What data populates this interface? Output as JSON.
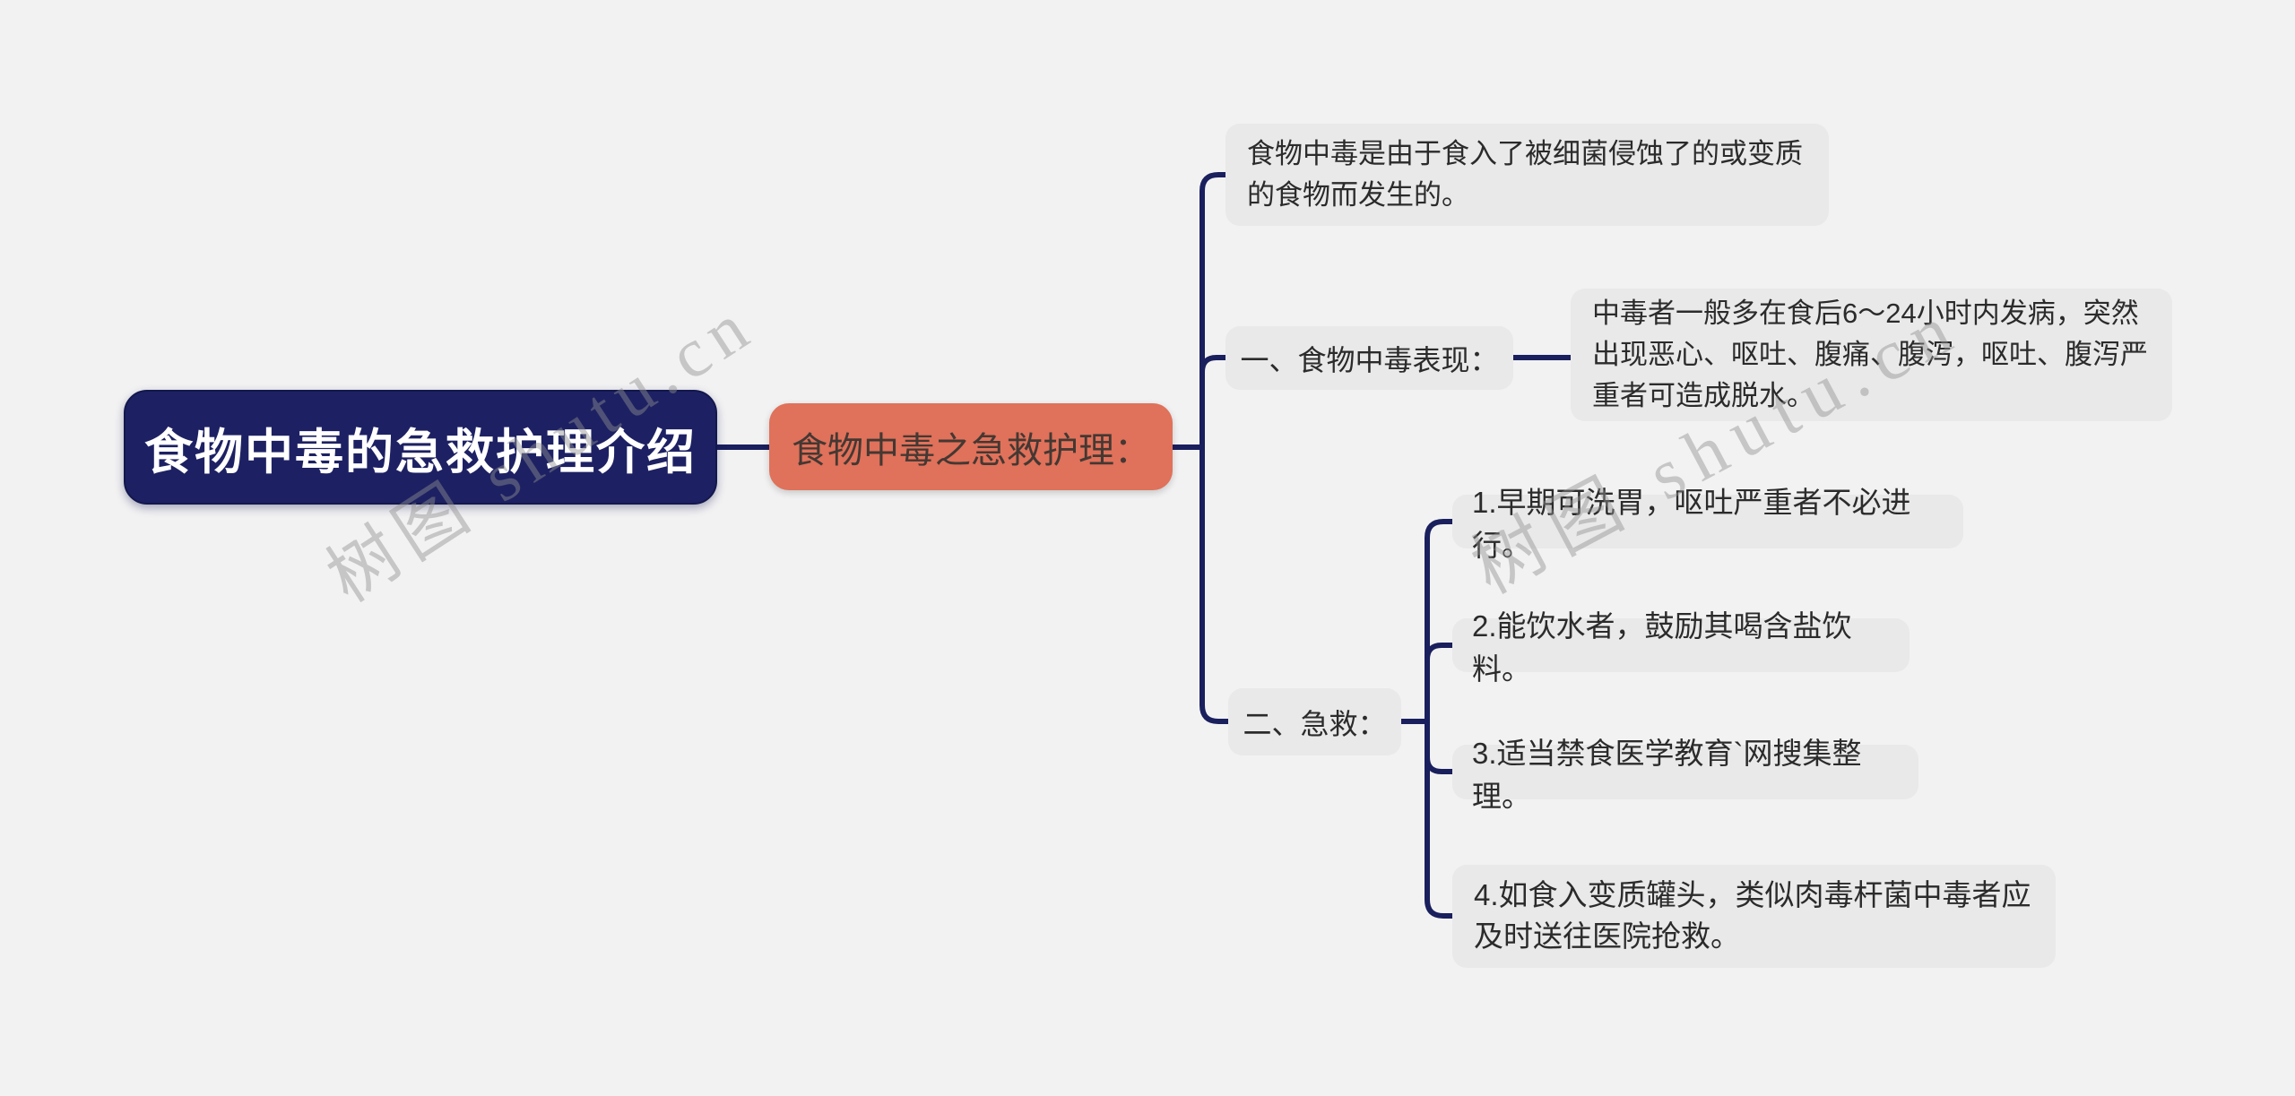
{
  "title": "食物中毒的急救护理介绍思维导图",
  "colors": {
    "bg": "#f2f2f3",
    "node_gray": "#e9e9ea",
    "navy": "#1d2163",
    "navy_line": "#1a1f5d",
    "coral": "#e0715a",
    "coral_text": "#443833",
    "text_dark": "#2b2b2b",
    "watermark": "rgba(145,145,145,0.45)"
  },
  "watermark": {
    "text": "树图 shutu.cn"
  },
  "root": {
    "label": "食物中毒的急救护理介绍"
  },
  "center": {
    "label": "食物中毒之急救护理："
  },
  "branches": {
    "note": {
      "label": "食物中毒是由于食入了被细菌侵蚀了的或变质的食物而发生的。"
    },
    "symptoms": {
      "label": "一、食物中毒表现：",
      "detail": "中毒者一般多在食后6～24小时内发病，突然出现恶心、呕吐、腹痛、腹泻，呕吐、腹泻严重者可造成脱水。"
    },
    "aid": {
      "label": "二、急救：",
      "items": [
        "1.早期可洗胃，呕吐严重者不必进行。",
        "2.能饮水者，鼓励其喝含盐饮料。",
        "3.适当禁食医学教育`网搜集整理。",
        "4.如食入变质罐头，类似肉毒杆菌中毒者应及时送往医院抢救。"
      ]
    }
  }
}
